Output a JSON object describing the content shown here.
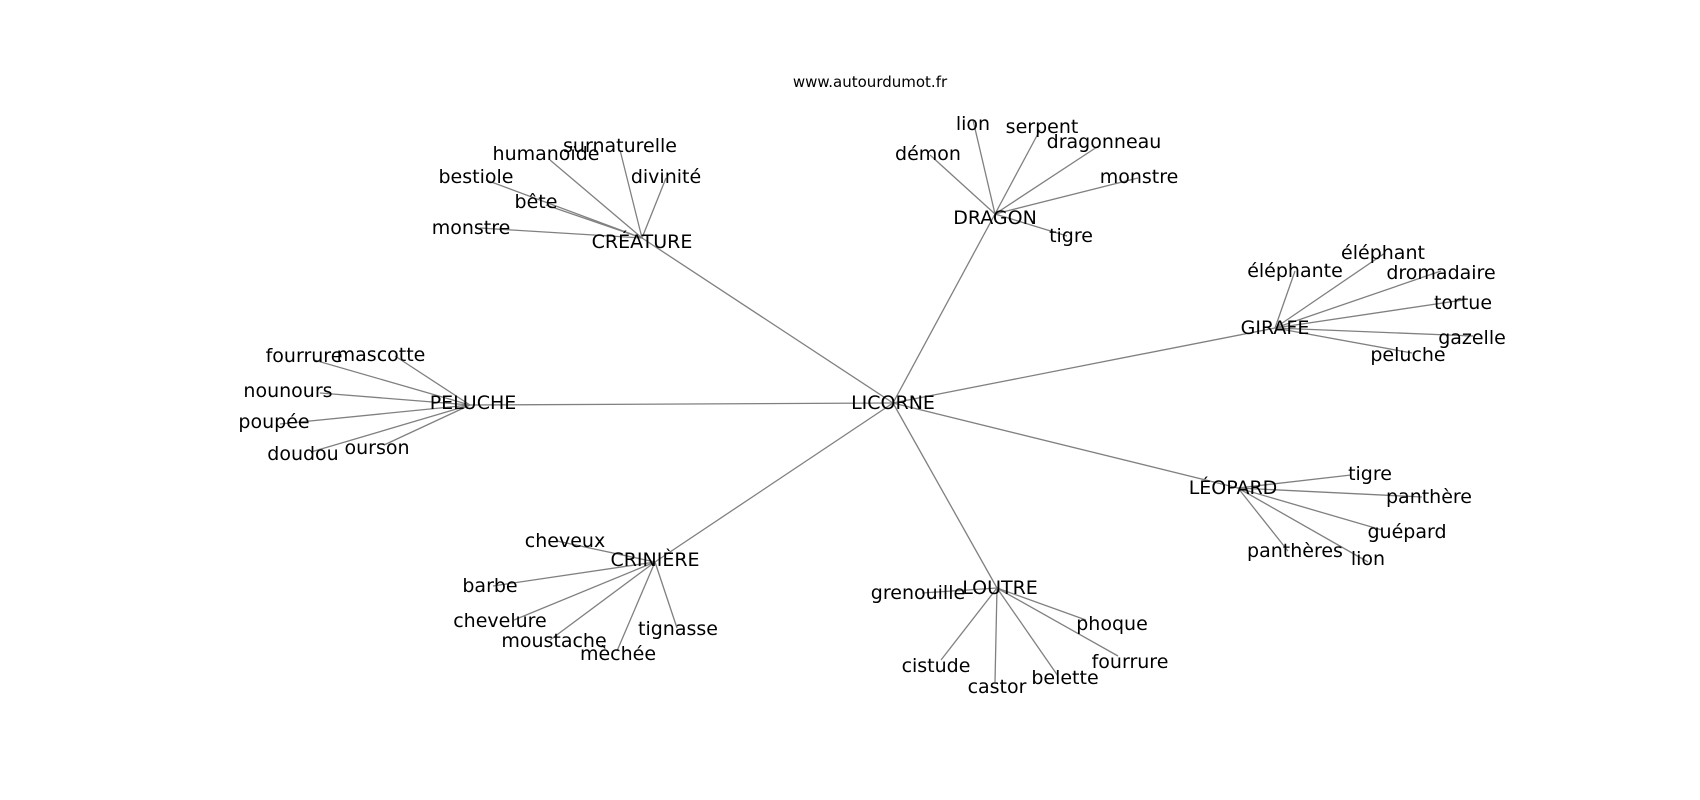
{
  "source": "www.autourdumot.fr",
  "graph": {
    "center": "LICORNE",
    "clusters": [
      {
        "hub": "CRÉATURE",
        "words": [
          "humanoïde",
          "surnaturelle",
          "divinité",
          "bestiole",
          "bête",
          "monstre"
        ]
      },
      {
        "hub": "DRAGON",
        "words": [
          "démon",
          "lion",
          "serpent",
          "dragonneau",
          "monstre",
          "tigre"
        ]
      },
      {
        "hub": "GIRAFE",
        "words": [
          "éléphante",
          "éléphant",
          "dromadaire",
          "tortue",
          "gazelle",
          "peluche"
        ]
      },
      {
        "hub": "PELUCHE",
        "words": [
          "fourrure",
          "mascotte",
          "nounours",
          "poupée",
          "doudou",
          "ourson"
        ]
      },
      {
        "hub": "LÉOPARD",
        "words": [
          "tigre",
          "panthère",
          "guépard",
          "lion",
          "panthères"
        ]
      },
      {
        "hub": "CRINIÈRE",
        "words": [
          "cheveux",
          "barbe",
          "chevelure",
          "moustache",
          "mèchée",
          "tignasse"
        ]
      },
      {
        "hub": "LOUTRE",
        "words": [
          "grenouille",
          "phoque",
          "fourrure",
          "belette",
          "castor",
          "cistude"
        ]
      }
    ]
  }
}
